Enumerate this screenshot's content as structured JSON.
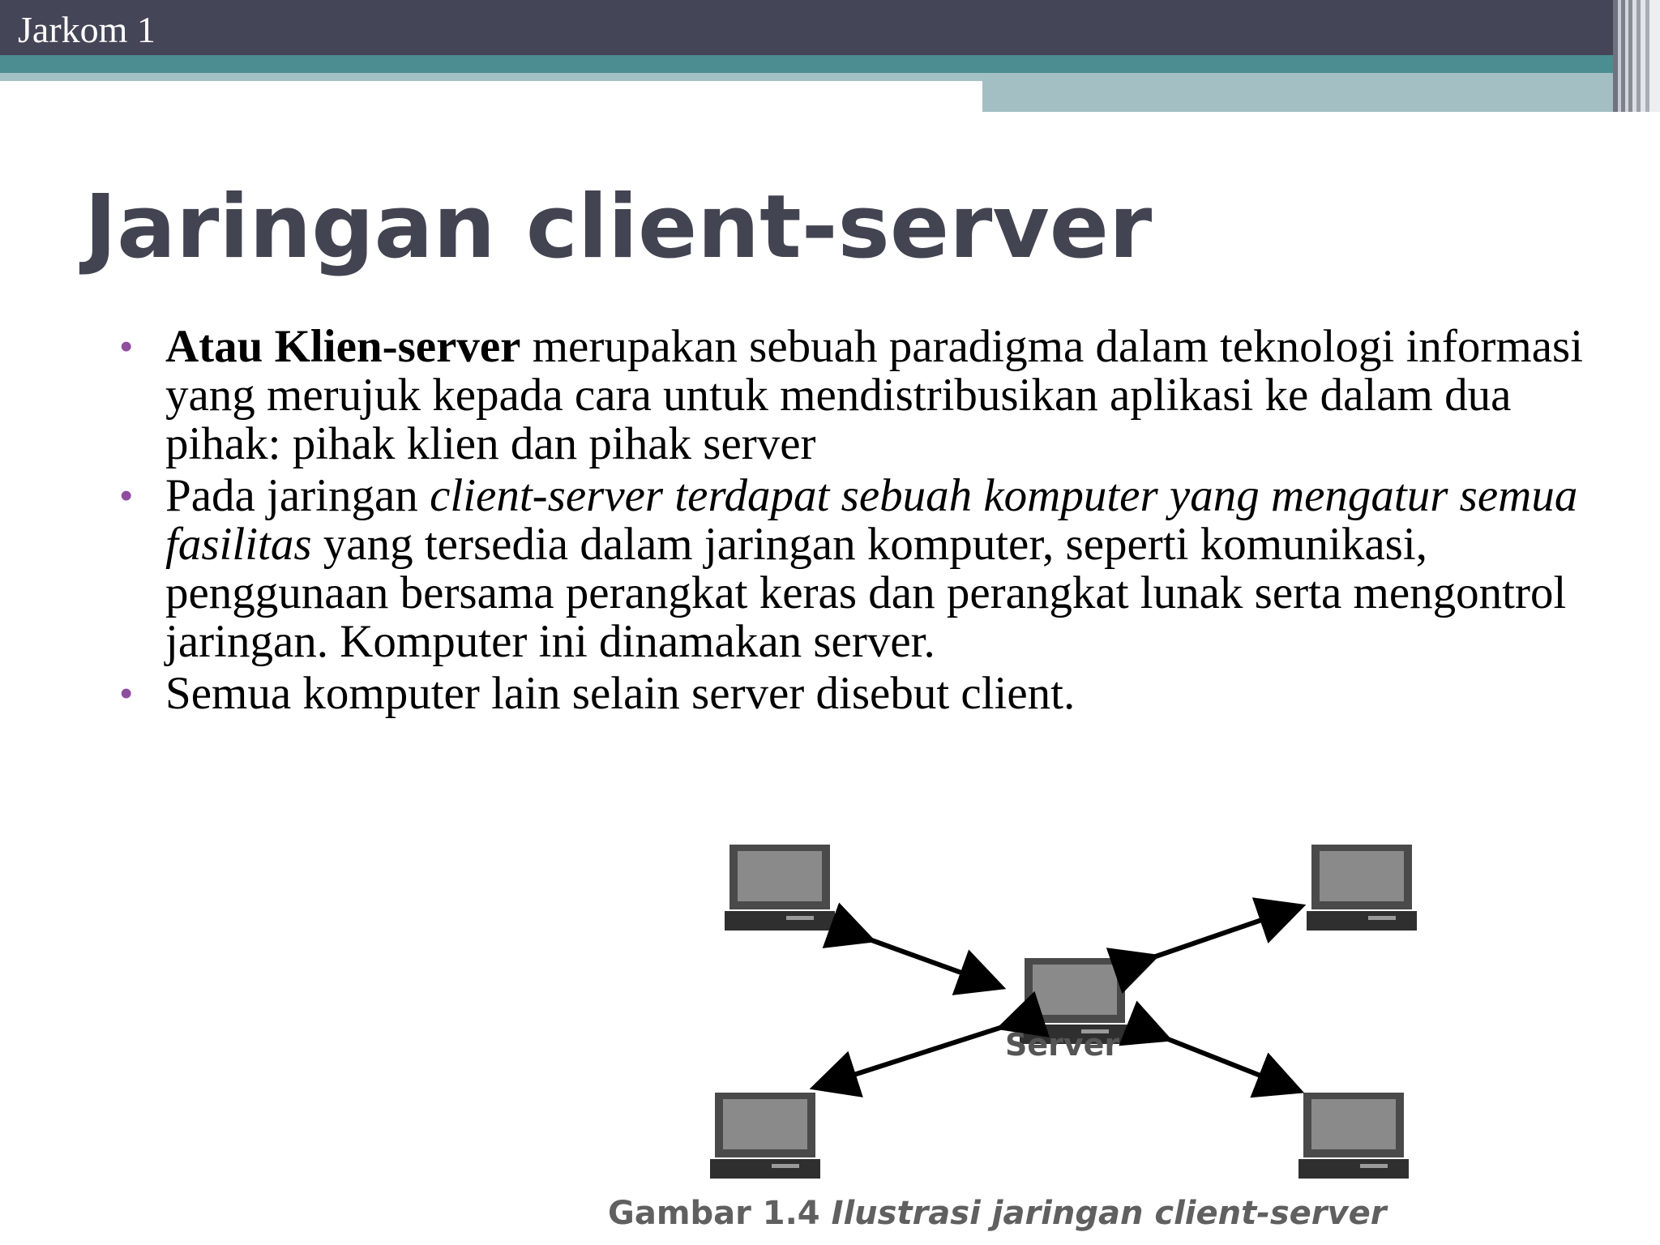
{
  "header": {
    "title": "Jarkom 1"
  },
  "slide": {
    "title": "Jaringan client-server",
    "bullets": [
      {
        "bold": "Atau Klien-server",
        "text": " merupakan sebuah paradigma dalam teknologi informasi yang merujuk kepada cara untuk mendistribusikan aplikasi ke dalam dua pihak: pihak klien dan pihak server"
      },
      {
        "pre": "Pada jaringan ",
        "italic": "client-server terdapat sebuah komputer yang mengatur semua fasilitas",
        "post": " yang tersedia dalam jaringan komputer, seperti komunikasi, penggunaan bersama perangkat keras dan perangkat lunak serta mengontrol jaringan. Komputer ini dinamakan server."
      },
      {
        "text": "Semua komputer lain selain server disebut client."
      }
    ]
  },
  "diagram": {
    "server_label": "Server",
    "caption_prefix": "Gambar 1.4 ",
    "caption_italic": "Ilustrasi jaringan client-server"
  },
  "colors": {
    "header_bar": "#444556",
    "accent_teal": "#4b8d91",
    "accent_light": "#a3bfc3",
    "title": "#434452",
    "bullet": "#8f4d9f"
  }
}
